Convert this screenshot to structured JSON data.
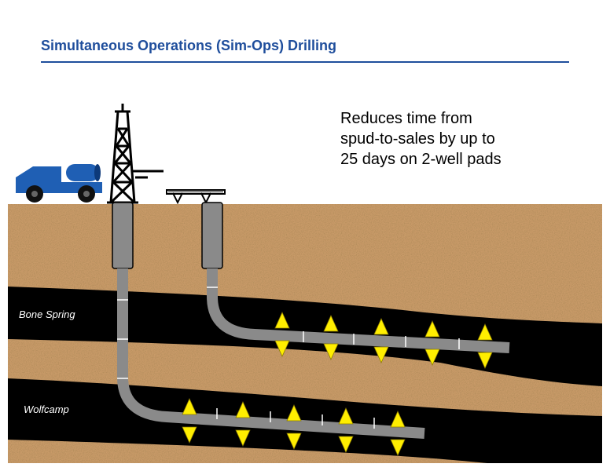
{
  "title": "Simultaneous Operations (Sim-Ops) Drilling",
  "callout": {
    "lines": [
      "Reduces time from",
      "spud-to-sales by up to",
      "25 days on 2-well pads"
    ]
  },
  "formations": {
    "upper": "Bone Spring",
    "lower": "Wolfcamp"
  },
  "colors": {
    "title": "#1f4e9c",
    "rule": "#1f4e9c",
    "truck": "#1f5fb4",
    "soil": "#c89a68",
    "formation": "#000000",
    "pipe": "#8a8a8a",
    "frac_marker": "#ffee00"
  },
  "icons": [
    "truck-icon",
    "drilling-rig-icon",
    "walking-rig-icon",
    "frac-marker-icon"
  ]
}
